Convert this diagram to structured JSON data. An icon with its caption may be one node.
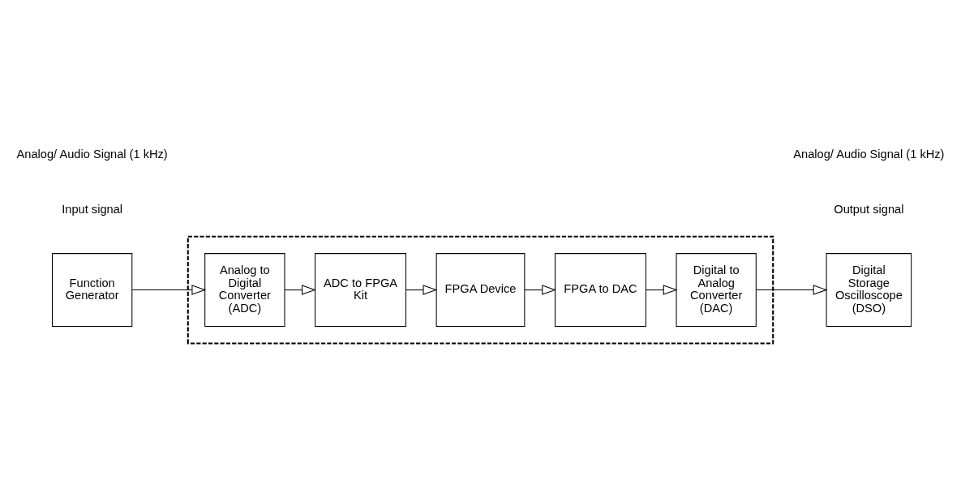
{
  "diagram": {
    "nodes": [
      {
        "text": [
          "Function Generator"
        ]
      },
      {
        "text": [],
        "shape": "box"
      },
      {
        "text": [
          "Analog to Digital Converter (ADC)"
        ],
        "in": 1
      },
      {
        "text": [
          "ADC to FPGA Kit"
        ],
        "in": 1
      },
      {
        "text": [
          "FPGA Device"
        ],
        "in": 1
      },
      {
        "text": [
          "FPGA to DAC"
        ],
        "in": 1
      },
      {
        "text": [
          "Digital to Analog Converter (DAC)"
        ],
        "in": 1
      },
      {
        "text": [
          "Digital Storage Oscilloscope (DSO)"
        ]
      }
    ],
    "edges": [
      {
        "from": 0,
        "to": 2,
        "arrow": "to"
      },
      {
        "from": 2,
        "to": 3,
        "arrow": "to"
      },
      {
        "from": 3,
        "to": 4,
        "arrow": "to"
      },
      {
        "from": 4,
        "to": 5,
        "arrow": "to"
      },
      {
        "from": 5,
        "to": 6,
        "arrow": "to"
      },
      {
        "from": 6,
        "to": 7,
        "arrow": "to"
      }
    ],
    "labels": [
      "Input signal",
      "Analog/ Audio Signal (1 kHz)",
      "Output signal",
      "Analog/ Audio Signal (1 kHz)"
    ]
  }
}
